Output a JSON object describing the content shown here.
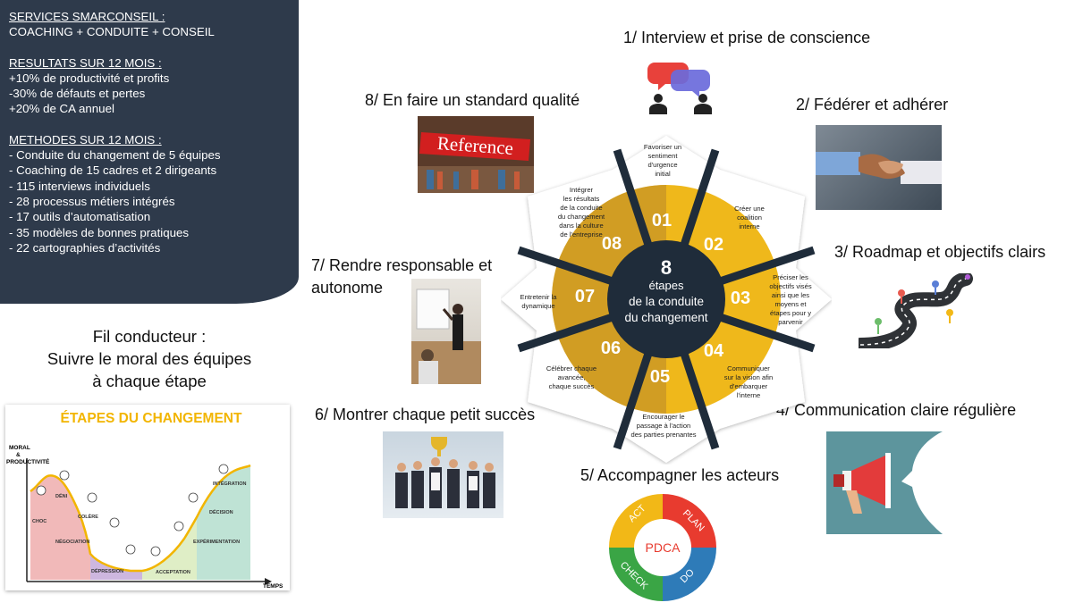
{
  "services": {
    "title": "SERVICES SMARCONSEIL :",
    "line": "COACHING + CONDUITE + CONSEIL"
  },
  "results": {
    "title": "RESULTATS SUR 12 MOIS :",
    "items": [
      "+10% de productivité et profits",
      "-30%  de défauts et pertes",
      "+20% de CA annuel"
    ]
  },
  "methods": {
    "title": "METHODES SUR 12 MOIS :",
    "items": [
      "- Conduite du changement de 5 équipes",
      "- Coaching de 15 cadres et 2 dirigeants",
      "- 115 interviews individuels",
      "- 28 processus métiers intégrés",
      "- 17 outils d’automatisation",
      "- 35 modèles de bonnes pratiques",
      "- 22 cartographies d’activités"
    ]
  },
  "fil_conducteur": {
    "line1": "Fil conducteur :",
    "line2": "Suivre le moral des équipes",
    "line3": "à chaque étape"
  },
  "curve": {
    "title": "ÉTAPES DU CHANGEMENT",
    "ylabel1": "MORAL",
    "ylabel2": "&",
    "ylabel3": "PRODUCTIVITÉ",
    "xlabel": "TEMPS",
    "phases": [
      "CHOC",
      "DÉNI",
      "COLÈRE",
      "NÉGOCIATION",
      "DÉPRESSION",
      "ACCEPTATION",
      "EXPÉRIMENTATION",
      "DÉCISION",
      "INTÉGRATION"
    ],
    "colors": {
      "red": "#f1b9b9",
      "purple": "#cdb7df",
      "green": "#dfeec6",
      "teal": "#bfe3d5",
      "line": "#f2b500"
    }
  },
  "steps": [
    {
      "label": "1/ Interview et prise de conscience"
    },
    {
      "label": "2/ Fédérer et adhérer"
    },
    {
      "label": "3/ Roadmap et objectifs clairs"
    },
    {
      "label": "4/ Communication claire régulière"
    },
    {
      "label": "5/ Accompagner les acteurs"
    },
    {
      "label": "6/ Montrer chaque petit succès"
    },
    {
      "label": "7/ Rendre responsable et",
      "label2": "autonome"
    },
    {
      "label": "8/ En faire un standard qualité"
    }
  ],
  "wheel": {
    "center_num": "8",
    "center_l1": "étapes",
    "center_l2": "de la conduite",
    "center_l3": "du changement",
    "colors": {
      "dark": "#1f2c3a",
      "gold": "#efb81b",
      "brown": "#b8862a",
      "white": "#ffffff"
    },
    "segments": [
      {
        "num": "01",
        "t1": "Favoriser un",
        "t2": "sentiment",
        "t3": "d'urgence",
        "t4": "initial"
      },
      {
        "num": "02",
        "t1": "Créer une",
        "t2": "coalition",
        "t3": "interne"
      },
      {
        "num": "03",
        "t1": "Préciser les",
        "t2": "objectifs visés",
        "t3": "ainsi que les",
        "t4": "moyens et",
        "t5": "étapes pour y",
        "t6": "parvenir"
      },
      {
        "num": "04",
        "t1": "Communiquer",
        "t2": "sur la vision afin",
        "t3": "d'embarquer",
        "t4": "l'interne"
      },
      {
        "num": "05",
        "t1": "Encourager le",
        "t2": "passage à l'action",
        "t3": "des parties prenantes"
      },
      {
        "num": "06",
        "t1": "Célébrer chaque",
        "t2": "avancée,",
        "t3": "chaque succès"
      },
      {
        "num": "07",
        "t1": "Entretenir la",
        "t2": "dynamique"
      },
      {
        "num": "08",
        "t1": "Intégrer",
        "t2": "les résultats",
        "t3": "de la conduite",
        "t4": "du changement",
        "t5": "dans la culture",
        "t6": "de l'entreprise"
      }
    ]
  },
  "images": {
    "reference_sign": "Reference",
    "pdca_center": "PDCA",
    "pdca_labels": [
      "ACT",
      "PLAN",
      "DO",
      "CHECK"
    ],
    "pdca_colors": {
      "act": "#f2b817",
      "plan": "#e83b2f",
      "do": "#2e7bb8",
      "check": "#3aa545"
    }
  }
}
